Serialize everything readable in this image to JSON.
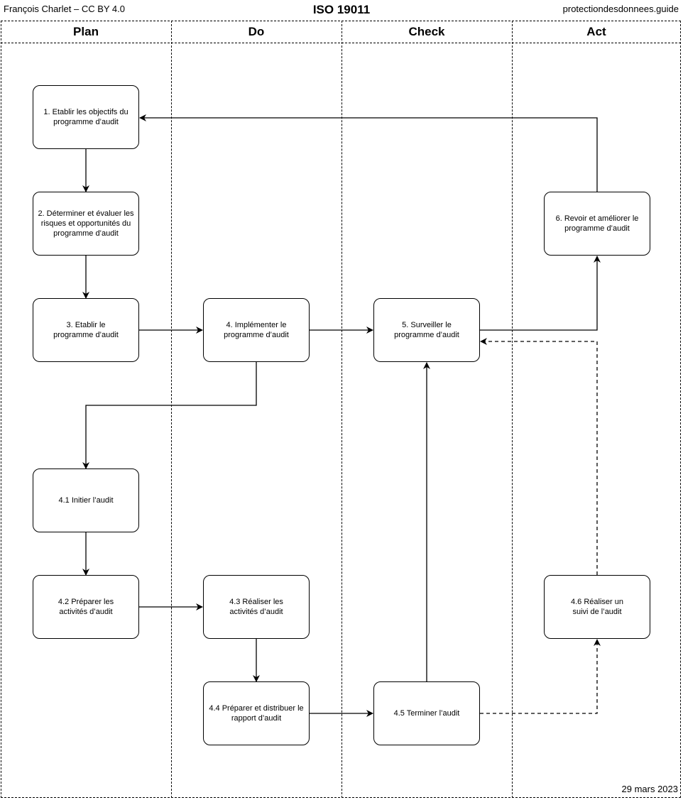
{
  "header": {
    "left": "François Charlet – CC BY 4.0",
    "title": "ISO 19011",
    "right": "protectiondesdonnees.guide"
  },
  "columns": [
    "Plan",
    "Do",
    "Check",
    "Act"
  ],
  "steps": {
    "s1": "1. Etablir les objectifs du programme d’audit",
    "s2": "2. Déterminer et évaluer les risques et opportunités du programme d’audit",
    "s3": "3. Etablir le programme d’audit",
    "s4": "4. Implémenter le programme d’audit",
    "s5": "5. Surveiller le programme d’audit",
    "s6": "6. Revoir et améliorer le programme d’audit",
    "s41": "4.1 Initier l’audit",
    "s42": "4.2 Préparer les activités d’audit",
    "s43": "4.3 Réaliser les activités d’audit",
    "s44": "4.4 Préparer et distribuer le rapport d’audit",
    "s45": "4.5 Terminer l’audit",
    "s46": "4.6 Réaliser un suivi de l’audit"
  },
  "footer": {
    "date": "29 mars 2023"
  }
}
